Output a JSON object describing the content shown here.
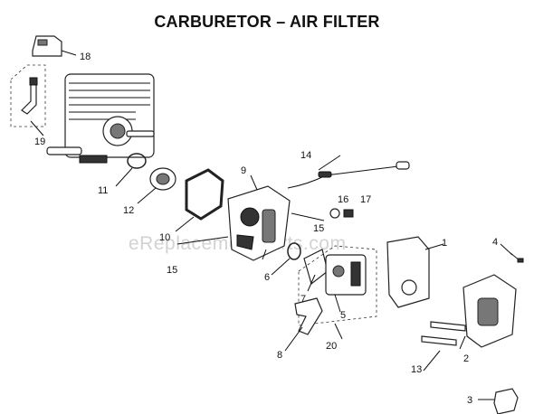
{
  "title": "CARBURETOR – AIR FILTER",
  "watermark": "eReplacementParts.com",
  "callouts": {
    "c1": "1",
    "c2": "2",
    "c3": "3",
    "c4": "4",
    "c5": "5",
    "c6": "6",
    "c7": "7",
    "c8": "8",
    "c9": "9",
    "c10": "10",
    "c11": "11",
    "c12": "12",
    "c13": "13",
    "c14": "14",
    "c15a": "15",
    "c15b": "15",
    "c16": "16",
    "c17": "17",
    "c18": "18",
    "c19": "19",
    "c20": "20"
  }
}
